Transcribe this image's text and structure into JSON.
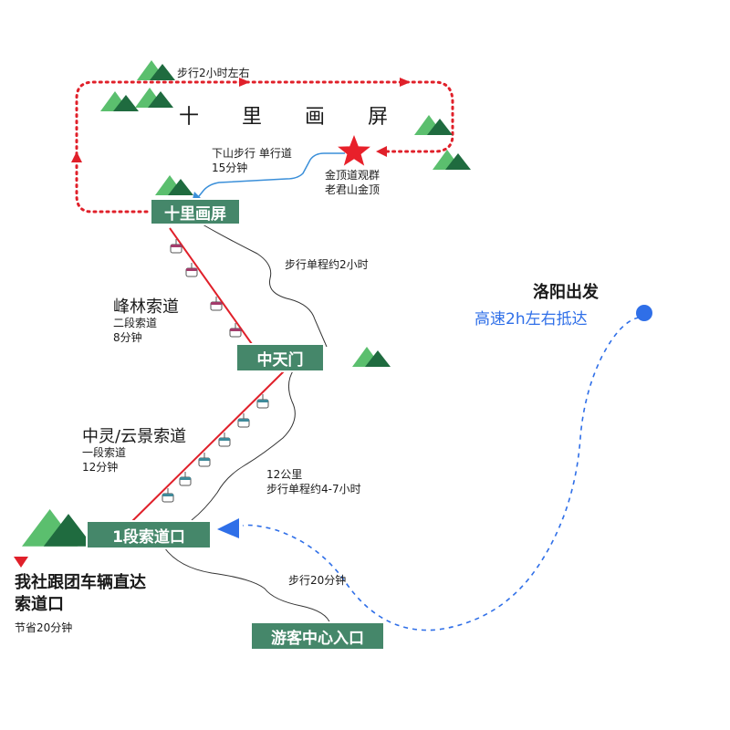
{
  "colors": {
    "station_green": "#45876a",
    "cable_red": "#e0202a",
    "dotted_red": "#e0202a",
    "blue_route": "#2f6fe8",
    "mountain_dark": "#1f6b3f",
    "mountain_light": "#5bbf6e",
    "trail_gray": "#333333"
  },
  "top": {
    "walk_2h": "步行2小时左右",
    "shili_title": "十 里 画 屏"
  },
  "summit": {
    "descent": "下山步行 单行道",
    "descent_time": "15分钟",
    "line1": "金顶道观群",
    "line2": "老君山金顶"
  },
  "stations": {
    "shili": "十里画屏",
    "zhongtianmen": "中天门",
    "duan1": "1段索道口",
    "visitor": "游客中心入口"
  },
  "trails": {
    "upper": "步行单程约2小时",
    "lower_dist": "12公里",
    "lower_time": "步行单程约4-7小时",
    "visitor_walk": "步行20分钟"
  },
  "cableways": {
    "fenglin_name": "峰林索道",
    "fenglin_sub": "二段索道",
    "fenglin_time": "8分钟",
    "zhongling_name": "中灵/云景索道",
    "zhongling_sub": "一段索道",
    "zhongling_time": "12分钟"
  },
  "origin": {
    "title": "洛阳出发",
    "subtitle": "高速2h左右抵达"
  },
  "bus_note": {
    "line1": "我社跟团车辆直达",
    "line2": "索道口",
    "line3": "节省20分钟"
  }
}
